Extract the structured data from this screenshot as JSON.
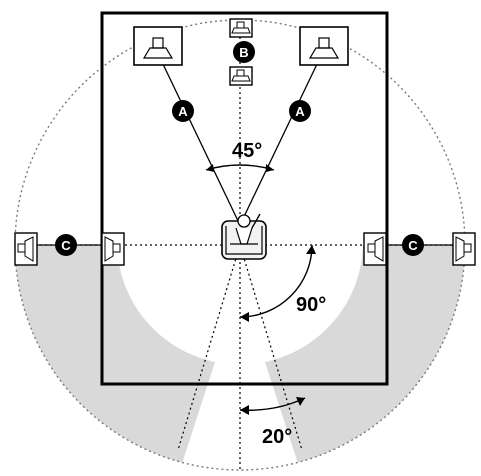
{
  "diagram": {
    "labels": {
      "front_left": "A",
      "front_right": "A",
      "center": "B",
      "surround_left": "C",
      "surround_right": "C"
    },
    "angles": {
      "front": "45°",
      "side": "90°",
      "rear": "20°"
    },
    "colors": {
      "line": "#000000",
      "shaded_zone": "#d9d9d9",
      "dotted_circle": "#7a7a7a",
      "background": "#ffffff"
    },
    "icons": [
      "speaker-icon",
      "listener-icon"
    ]
  }
}
